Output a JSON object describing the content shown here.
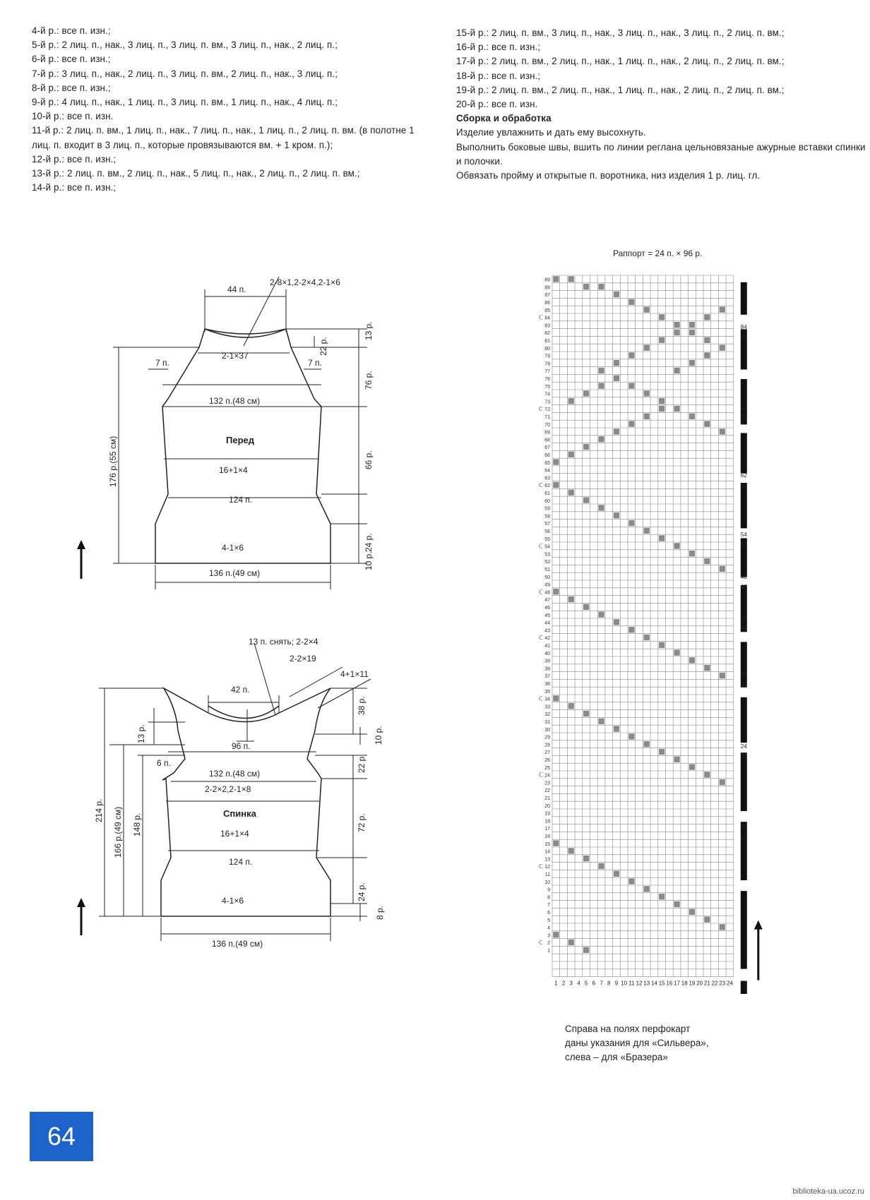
{
  "left_rows": [
    "4-й р.: все п. изн.;",
    "5-й р.: 2 лиц. п., нак., 3 лиц. п., 3 лиц. п. вм., 3 лиц. п., нак., 2 лиц. п.;",
    "6-й р.: все п. изн.;",
    "7-й р.: 3 лиц. п., нак., 2 лиц. п., 3 лиц. п. вм., 2 лиц. п., нак., 3 лиц. п.;",
    "8-й р.: все п. изн.;",
    "9-й р.: 4 лиц. п., нак., 1 лиц. п., 3 лиц. п. вм., 1 лиц. п., нак., 4 лиц. п.;",
    "10-й р.: все п. изн.",
    "11-й р.: 2 лиц. п. вм., 1 лиц. п., нак., 7 лиц. п., нак., 1 лиц. п., 2 лиц. п. вм. (в полотне 1 лиц. п. входит в 3 лиц. п., которые провязываются вм. + 1 кром. п.);",
    "12-й р.: все п. изн.;",
    "13-й р.: 2 лиц. п. вм., 2 лиц. п., нак., 5 лиц. п., нак., 2 лиц. п., 2 лиц. п. вм.;",
    "14-й р.: все п. изн.;"
  ],
  "right_rows": [
    "15-й р.: 2 лиц. п. вм., 3 лиц. п., нак., 3 лиц. п., нак., 3 лиц. п., 2 лиц. п. вм.;",
    "16-й р.: все п. изн.;",
    "17-й р.: 2 лиц. п. вм., 2 лиц. п., нак., 1 лиц. п., нак., 2 лиц. п., 2 лиц. п. вм.;",
    "18-й р.: все п. изн.;",
    "19-й р.: 2 лиц. п. вм., 2 лиц. п., нак., 1 лиц. п., нак., 2 лиц. п., 2 лиц. п. вм.;",
    "20-й р.: все п. изн."
  ],
  "assembly": {
    "heading": "Сборка и обработка",
    "paragraphs": [
      "Изделие увлажнить и дать ему высохнуть.",
      "Выполнить боковые швы, вшить по линии реглана цельновязаные ажурные вставки спинки и полочки.",
      "Обвязать пройму и открытые п. воротника, низ изделия 1 р. лиц. гл."
    ]
  },
  "front_diagram": {
    "title": "Перед",
    "labels": {
      "neck_top": "44 п.",
      "raglan": "2-8×1,2-2×4,2-1×6",
      "h13": "13 р.",
      "h22": "22 р.",
      "h76": "76 р.",
      "dec_raglan": "2-1×37",
      "armhole_left": "7 п.",
      "armhole_right": "7 п.",
      "chest": "132 п.(48 см)",
      "total_height": "176 р.(55 см)",
      "h66": "66 р.",
      "side_inc": "16+1×4",
      "waist": "124 п.",
      "h24": "24 р.",
      "hip_dec": "4-1×6",
      "h10": "10 р.",
      "bottom": "136 п.(49 см)"
    }
  },
  "back_diagram": {
    "title": "Спинка",
    "labels": {
      "neck_cast_off": "13 п. снять; 2-2×4",
      "raglan_top": "2-2×19",
      "shoulder": "4+1×11",
      "neck": "42 п.",
      "h13": "13 р.",
      "h38": "38 р.",
      "h10": "10 р.",
      "width96": "96 п.",
      "armhole": "6 п.",
      "chest": "132 п.(48 см)",
      "h22": "22 р.",
      "armhole_dec": "2-2×2,2-1×8",
      "side_inc": "16+1×4",
      "h72": "72 р.",
      "total_height": "214 р.",
      "body_height": "166 р.(49 см)",
      "h148": "148 р.",
      "waist": "124 п.",
      "h24": "24 р.",
      "hip_dec": "4-1×6",
      "h8": "8 р.",
      "bottom": "136 п.(49 см)"
    }
  },
  "chart_data": {
    "type": "heatmap",
    "title": "Раппорт = 24 п. × 96 р.",
    "columns": 24,
    "rows_left_axis": 89,
    "x_labels": [
      "1",
      "2",
      "3",
      "4",
      "5",
      "6",
      "7",
      "8",
      "9",
      "10",
      "11",
      "12",
      "13",
      "14",
      "15",
      "16",
      "17",
      "18",
      "19",
      "20",
      "21",
      "22",
      "23",
      "24"
    ],
    "right_margin_marks": [
      "84",
      "83",
      "72",
      "71",
      "62",
      "61",
      "54",
      "53",
      "48",
      "47",
      "42",
      "41",
      "34",
      "33",
      "24",
      "23",
      "12",
      "11"
    ],
    "left_margin_marks": [
      84,
      72,
      62,
      54,
      48,
      42,
      34,
      24,
      12,
      2
    ],
    "cells": [
      [
        89,
        1
      ],
      [
        89,
        3
      ],
      [
        88,
        5
      ],
      [
        88,
        7
      ],
      [
        87,
        9
      ],
      [
        86,
        11
      ],
      [
        85,
        13
      ],
      [
        84,
        15
      ],
      [
        83,
        17
      ],
      [
        82,
        19
      ],
      [
        81,
        21
      ],
      [
        80,
        23
      ],
      [
        79,
        21
      ],
      [
        78,
        19
      ],
      [
        77,
        17
      ],
      [
        72,
        15
      ],
      [
        71,
        13
      ],
      [
        70,
        11
      ],
      [
        69,
        9
      ],
      [
        68,
        7
      ],
      [
        67,
        5
      ],
      [
        66,
        3
      ],
      [
        65,
        1
      ],
      [
        77,
        7
      ],
      [
        78,
        9
      ],
      [
        79,
        11
      ],
      [
        80,
        13
      ],
      [
        81,
        15
      ],
      [
        82,
        17
      ],
      [
        83,
        19
      ],
      [
        84,
        21
      ],
      [
        85,
        23
      ],
      [
        73,
        3
      ],
      [
        74,
        5
      ],
      [
        75,
        7
      ],
      [
        76,
        9
      ],
      [
        75,
        11
      ],
      [
        74,
        13
      ],
      [
        73,
        15
      ],
      [
        72,
        17
      ],
      [
        71,
        19
      ],
      [
        70,
        21
      ],
      [
        69,
        23
      ],
      [
        62,
        1
      ],
      [
        61,
        3
      ],
      [
        60,
        5
      ],
      [
        59,
        7
      ],
      [
        58,
        9
      ],
      [
        57,
        11
      ],
      [
        56,
        13
      ],
      [
        55,
        15
      ],
      [
        54,
        17
      ],
      [
        53,
        19
      ],
      [
        52,
        21
      ],
      [
        51,
        23
      ],
      [
        48,
        1
      ],
      [
        47,
        3
      ],
      [
        46,
        5
      ],
      [
        45,
        7
      ],
      [
        44,
        9
      ],
      [
        43,
        11
      ],
      [
        42,
        13
      ],
      [
        41,
        15
      ],
      [
        40,
        17
      ],
      [
        39,
        19
      ],
      [
        38,
        21
      ],
      [
        37,
        23
      ],
      [
        34,
        1
      ],
      [
        33,
        3
      ],
      [
        32,
        5
      ],
      [
        31,
        7
      ],
      [
        30,
        9
      ],
      [
        29,
        11
      ],
      [
        28,
        13
      ],
      [
        27,
        15
      ],
      [
        26,
        17
      ],
      [
        25,
        19
      ],
      [
        24,
        21
      ],
      [
        23,
        23
      ],
      [
        15,
        1
      ],
      [
        14,
        3
      ],
      [
        13,
        5
      ],
      [
        12,
        7
      ],
      [
        11,
        9
      ],
      [
        10,
        11
      ],
      [
        9,
        13
      ],
      [
        8,
        15
      ],
      [
        7,
        17
      ],
      [
        6,
        19
      ],
      [
        5,
        21
      ],
      [
        4,
        23
      ],
      [
        3,
        1
      ],
      [
        2,
        3
      ],
      [
        1,
        5
      ]
    ]
  },
  "chart_note": [
    "Справа на полях перфокарт",
    "даны указания для «Сильвера»,",
    "слева – для «Бразера»"
  ],
  "page_number": "64",
  "watermark": "biblioteka-ua.ucoz.ru"
}
